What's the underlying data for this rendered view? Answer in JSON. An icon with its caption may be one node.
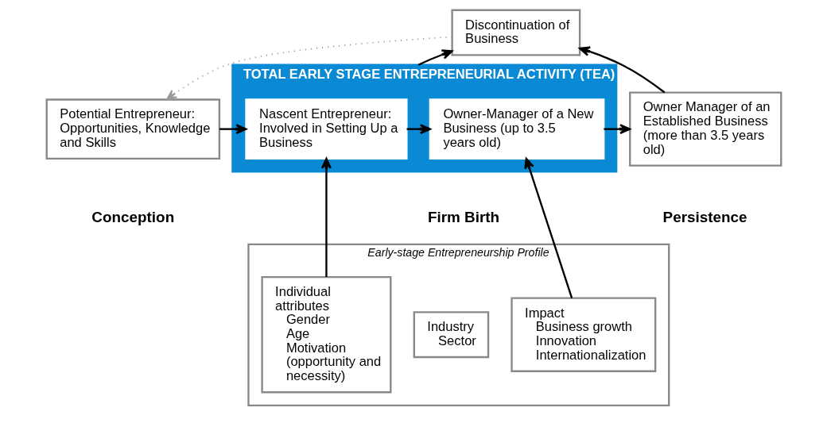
{
  "diagram": {
    "nodes": [
      {
        "text": [
          "Discontinuation of Business"
        ]
      },
      {
        "text": [
          "TOTAL EARLY STAGE ENTREPRENEURIAL ACTIVITY (TEA)"
        ]
      },
      {
        "text": [
          "Potential Entrepreneur: Opportunities, Knowledge and Skills"
        ]
      },
      {
        "text": [
          "Nascent Entrepreneur: Involved in Setting Up a Business"
        ],
        "in": 1
      },
      {
        "text": [
          "Owner-Manager of a New Business (up to 3.5 years old)"
        ],
        "in": 1
      },
      {
        "text": [
          "Owner Manager of an Established Business (more than 3.5 years old)"
        ]
      },
      {
        "text": [
          "Early-stage Entrepreneurship Profile"
        ]
      },
      {
        "text": [
          "Individual attributes",
          "Gender",
          "Age",
          "Motivation (opportunity and necessity)"
        ],
        "in": 6
      },
      {
        "text": [
          "Industry",
          "Sector"
        ],
        "in": 6
      },
      {
        "text": [
          "Impact",
          "Business growth",
          "Innovation",
          "Internationalization"
        ],
        "in": 6
      }
    ],
    "edges": [
      {
        "from": 0,
        "to": 2,
        "arrow": "to",
        "style": "dashed",
        "color": "#999999"
      },
      {
        "from": 2,
        "to": 3,
        "arrow": "to"
      },
      {
        "from": 3,
        "to": 4,
        "arrow": "to"
      },
      {
        "from": 4,
        "to": 5,
        "arrow": "to"
      },
      {
        "from": 1,
        "to": 0,
        "arrow": "to"
      },
      {
        "from": 5,
        "to": 0,
        "arrow": "to"
      },
      {
        "from": 7,
        "to": 3,
        "arrow": "to"
      },
      {
        "from": 9,
        "to": 4,
        "arrow": "to"
      }
    ],
    "labels": [
      "Conception",
      "Firm Birth",
      "Persistence"
    ]
  }
}
